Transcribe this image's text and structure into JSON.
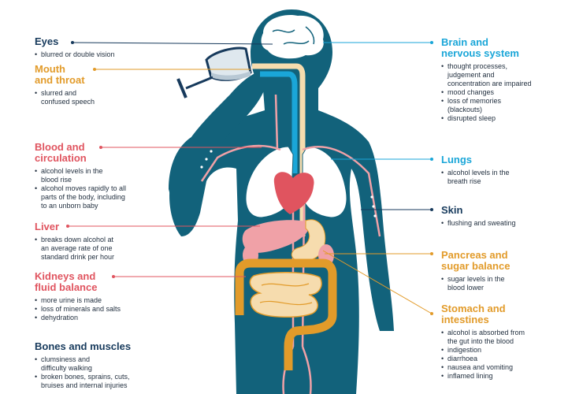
{
  "colors": {
    "body": "#12627b",
    "navy": "#173a5c",
    "blue": "#1aa6d8",
    "orange": "#e29b2a",
    "red": "#e0545f",
    "pink": "#f0a1a7",
    "intestine": "#f6dcae",
    "lung": "#ffffff",
    "brain": "#ffffff"
  },
  "eyes": {
    "title": "Eyes",
    "items": [
      "blurred or double vision"
    ]
  },
  "mouth": {
    "title": "Mouth\nand throat",
    "items": [
      "slurred and\nconfused speech"
    ]
  },
  "blood": {
    "title": "Blood and\ncirculation",
    "items": [
      "alcohol levels in the\nblood rise",
      "alcohol moves rapidly to all\nparts of the body, including\nto an unborn baby"
    ]
  },
  "liver": {
    "title": "Liver",
    "items": [
      "breaks down alcohol at\nan average rate of one\nstandard drink per hour"
    ]
  },
  "kidneys": {
    "title": "Kidneys and\nfluid balance",
    "items": [
      "more urine is made",
      "loss of minerals and salts",
      "dehydration"
    ]
  },
  "bones": {
    "title": "Bones and muscles",
    "items": [
      "clumsiness and\ndifficulty walking",
      "broken bones, sprains, cuts,\nbruises and internal injuries"
    ]
  },
  "brain": {
    "title": "Brain and\nnervous system",
    "items": [
      "thought processes,\njudgement and\nconcentration are impaired",
      "mood changes",
      "loss of memories\n(blackouts)",
      "disrupted sleep"
    ]
  },
  "lungs": {
    "title": "Lungs",
    "items": [
      "alcohol levels in the\nbreath rise"
    ]
  },
  "skin": {
    "title": "Skin",
    "items": [
      "flushing and sweating"
    ]
  },
  "pancreas": {
    "title": "Pancreas and\nsugar balance",
    "items": [
      "sugar levels in the\nblood lower"
    ]
  },
  "stomach": {
    "title": "Stomach and\nintestines",
    "items": [
      "alcohol is absorbed from\nthe gut into the blood",
      "indigestion",
      "diarrhoea",
      "nausea and vomiting",
      "inflamed lining"
    ]
  }
}
